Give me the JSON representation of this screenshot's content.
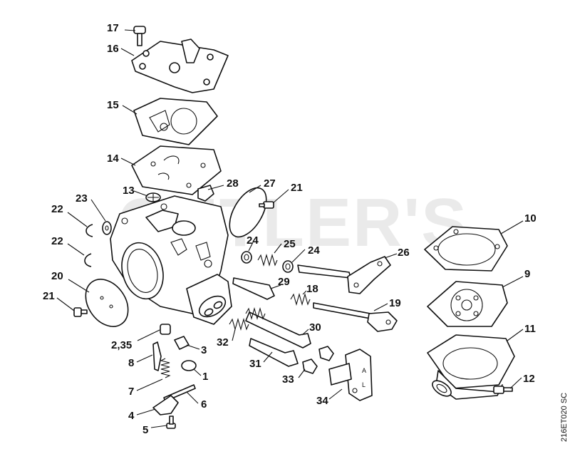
{
  "watermark": "CUTLER'S",
  "drawing_code": "216ET020 SC",
  "callouts": [
    "17",
    "16",
    "15",
    "14",
    "13",
    "28",
    "27",
    "21",
    "23",
    "22",
    "22",
    "24",
    "25",
    "24",
    "26",
    "20",
    "21",
    "29",
    "18",
    "19",
    "2,35",
    "3",
    "30",
    "32",
    "8",
    "31",
    "33",
    "1",
    "7",
    "6",
    "34",
    "4",
    "5",
    "10",
    "9",
    "11",
    "12"
  ],
  "lever_marks": [
    "L",
    "A"
  ]
}
